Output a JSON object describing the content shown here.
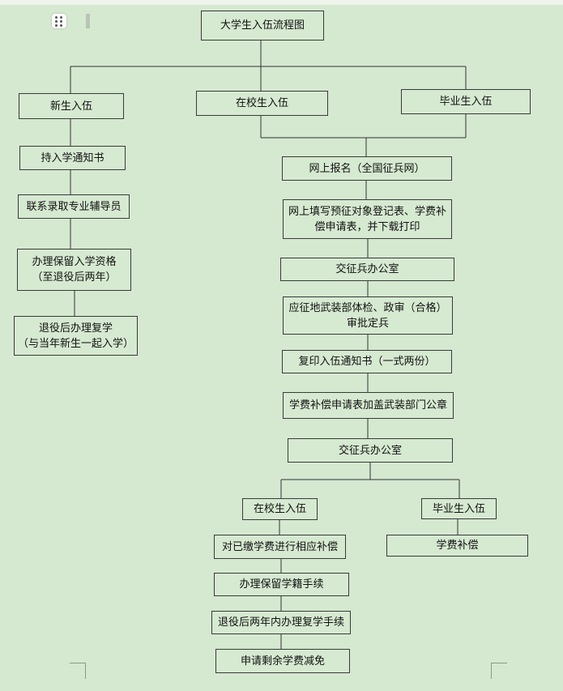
{
  "flowchart": {
    "title": "大学生入伍流程图",
    "branches": {
      "new_student": "新生入伍",
      "in_school": "在校生入伍",
      "graduate": "毕业生入伍"
    },
    "new_student_steps": [
      "持入学通知书",
      "联系录取专业辅导员",
      "办理保留入学资格\n（至退役后两年）",
      "退役后办理复学\n（与当年新生一起入学）"
    ],
    "main_steps": [
      "网上报名（全国征兵网）",
      "网上填写预征对象登记表、学费补\n偿申请表，并下载打印",
      "交征兵办公室",
      "应征地武装部体检、政审（合格）\n审批定兵",
      "复印入伍通知书（一式两份）",
      "学费补偿申请表加盖武装部门公章",
      "交征兵办公室"
    ],
    "sub_branches": {
      "in_school": "在校生入伍",
      "graduate": "毕业生入伍"
    },
    "in_school_steps": [
      "对已缴学费进行相应补偿",
      "办理保留学籍手续",
      "退役后两年内办理复学手续",
      "申请剩余学费减免"
    ],
    "graduate_steps": [
      "学费补偿"
    ]
  }
}
